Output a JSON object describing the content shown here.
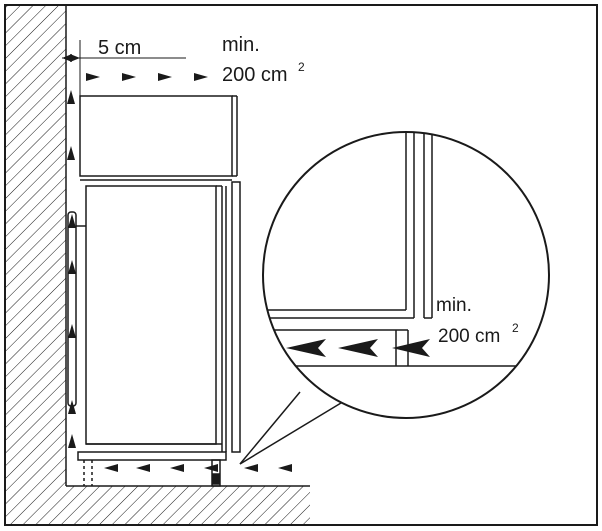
{
  "labels": {
    "gap": "5 cm",
    "top_vent_min": "min.",
    "top_vent_area": "200 cm",
    "top_vent_exp": "2",
    "detail_min": "min.",
    "detail_area": "200 cm",
    "detail_exp": "2"
  },
  "colors": {
    "line": "#1a1a1a",
    "background": "#ffffff"
  },
  "icons": {
    "airflow_arrow": "airflow-arrow-icon",
    "wall_hatch": "hatched-wall"
  }
}
